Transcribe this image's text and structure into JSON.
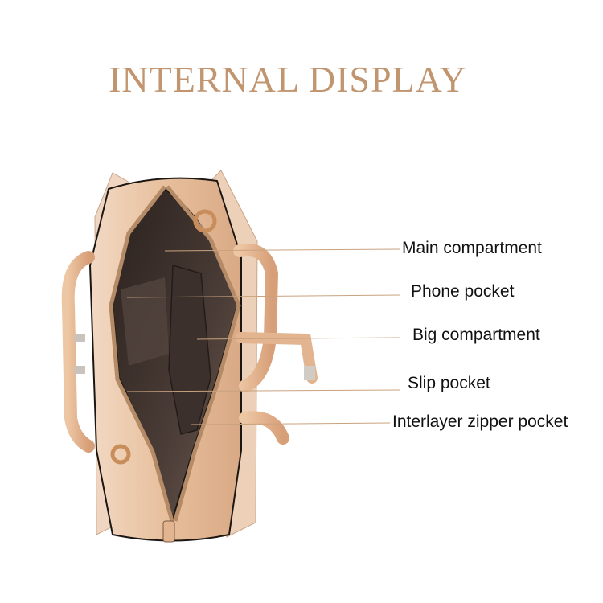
{
  "header": {
    "title": "INTERNAL DISPLAY"
  },
  "callouts": [
    {
      "id": "main",
      "label": "Main compartment"
    },
    {
      "id": "phone",
      "label": "Phone pocket"
    },
    {
      "id": "big",
      "label": "Big compartment"
    },
    {
      "id": "slip",
      "label": "Slip pocket"
    },
    {
      "id": "interlayer",
      "label": "Interlayer zipper pocket"
    }
  ],
  "colors": {
    "title": "#c0956f",
    "leader_line": "#c9a27e",
    "bag_exterior": "#e8c3a2",
    "bag_interior": "#3a2e2a"
  },
  "image": {
    "subject": "handbag-interior"
  }
}
